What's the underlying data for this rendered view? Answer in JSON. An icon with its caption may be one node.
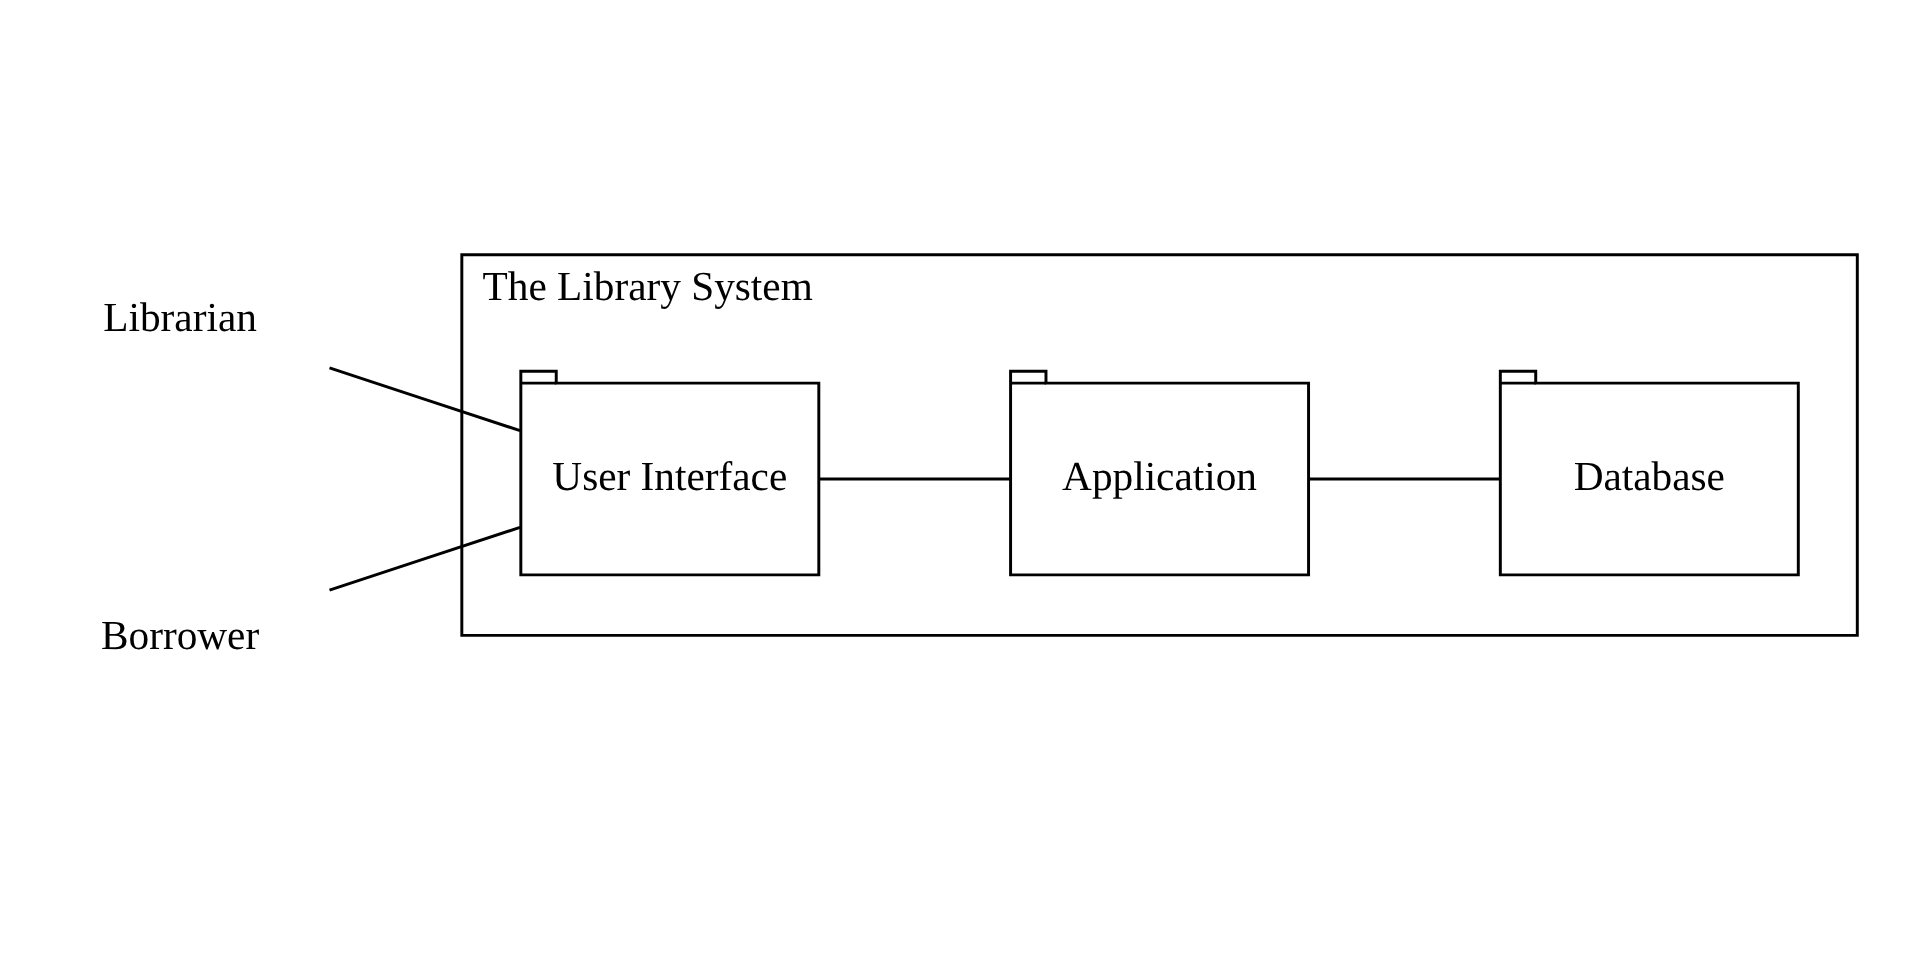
{
  "diagram": {
    "nodes": [
      {
        "text": [
          "The Library System"
        ]
      },
      {
        "text": [
          "Librarian"
        ]
      },
      {
        "text": [
          "Borrower"
        ]
      },
      {
        "text": [
          "User Interface"
        ],
        "in": 0
      },
      {
        "text": [
          "Application"
        ],
        "in": 0
      },
      {
        "text": [
          "Database"
        ],
        "in": 0
      }
    ],
    "edges": [
      {
        "from": 1,
        "to": 3,
        "arrow": "none"
      },
      {
        "from": 2,
        "to": 3,
        "arrow": "none"
      },
      {
        "from": 3,
        "to": 4,
        "arrow": "none"
      },
      {
        "from": 4,
        "to": 5,
        "arrow": "none"
      }
    ]
  }
}
